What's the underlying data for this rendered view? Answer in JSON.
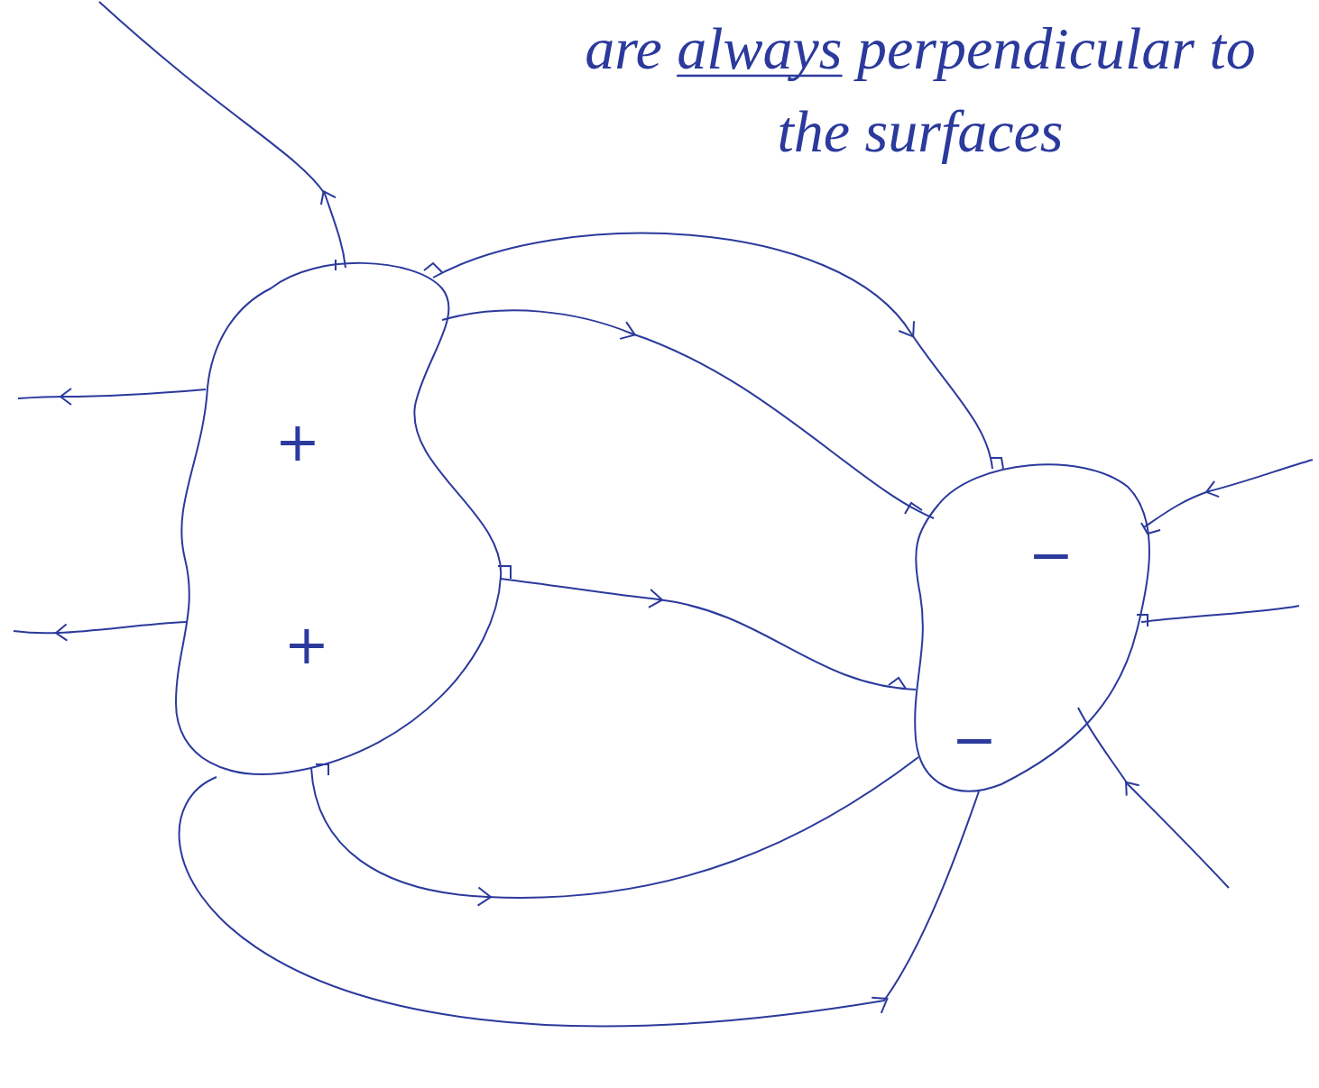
{
  "diagram": {
    "nodes": [
      {
        "text": [
          "+",
          "+"
        ]
      },
      {
        "text": [
          "−",
          "−"
        ]
      }
    ],
    "edges": [
      {
        "from": 0,
        "to": 1,
        "arrow": "to"
      },
      {
        "from": 0,
        "to": 1,
        "arrow": "to"
      },
      {
        "from": 0,
        "to": 1,
        "arrow": "to"
      },
      {
        "from": 0,
        "to": 1,
        "arrow": "to"
      },
      {
        "from": 0,
        "to": 1,
        "arrow": "to"
      }
    ],
    "labels": [
      "are always perpendicular to the surfaces"
    ]
  }
}
